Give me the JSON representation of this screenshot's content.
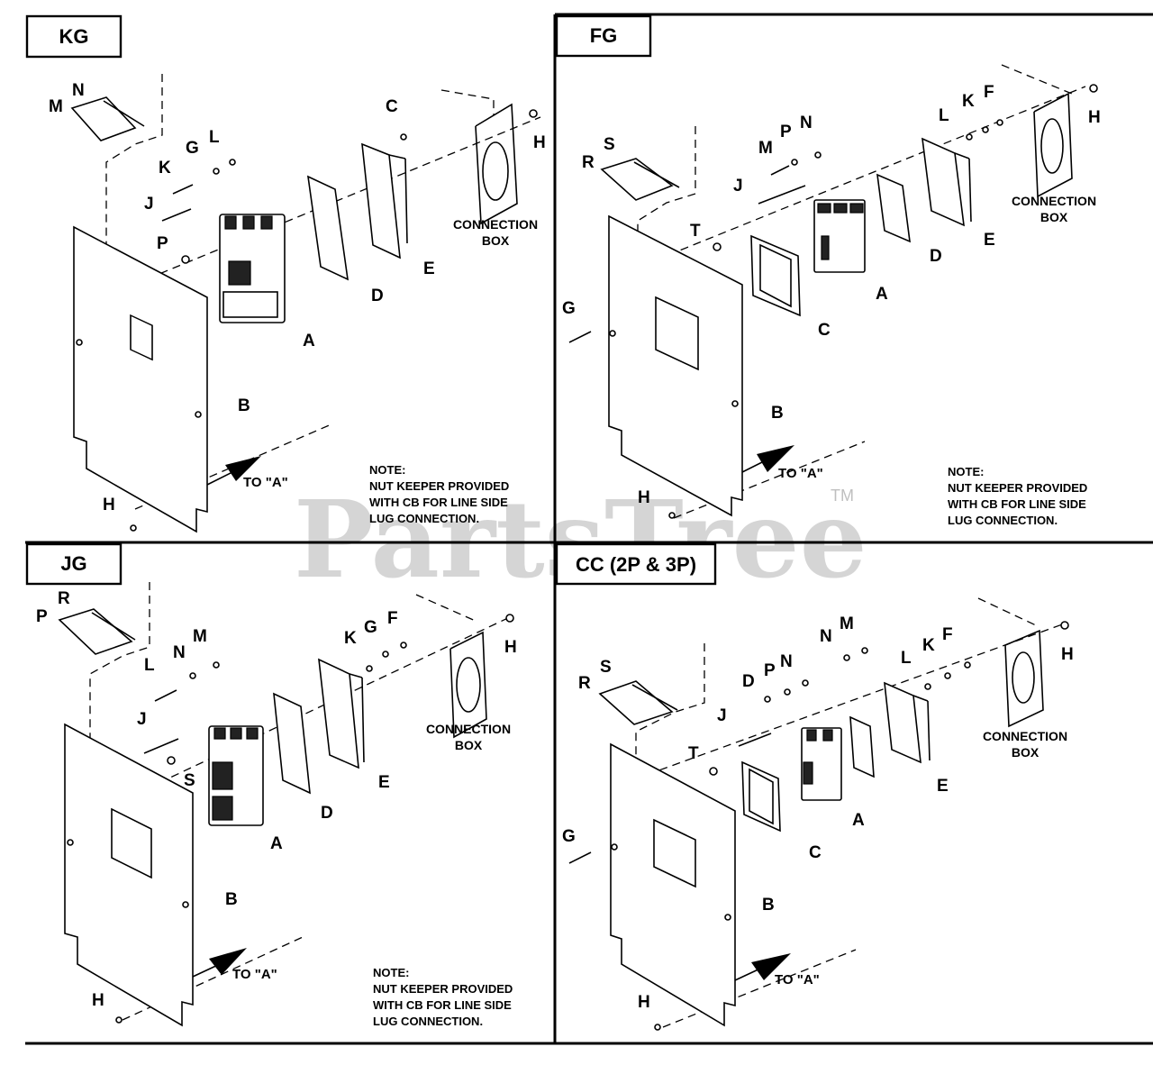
{
  "watermark": {
    "text": "PartsTree",
    "trademark": "TM"
  },
  "sections": [
    {
      "title": "KG",
      "callouts": [
        "M",
        "N",
        "G",
        "L",
        "K",
        "J",
        "P",
        "A",
        "B",
        "C",
        "D",
        "E",
        "H",
        "H"
      ],
      "connection_box": [
        "CONNECTION",
        "BOX"
      ],
      "to_a": "TO \"A\"",
      "note": [
        "NOTE:",
        "NUT KEEPER PROVIDED",
        "WITH CB FOR LINE SIDE",
        "LUG CONNECTION."
      ]
    },
    {
      "title": "FG",
      "callouts": [
        "R",
        "S",
        "M",
        "P",
        "N",
        "J",
        "T",
        "G",
        "A",
        "B",
        "C",
        "D",
        "E",
        "L",
        "K",
        "F",
        "H",
        "H"
      ],
      "connection_box": [
        "CONNECTION",
        "BOX"
      ],
      "to_a": "TO \"A\"",
      "note": [
        "NOTE:",
        "NUT KEEPER PROVIDED",
        "WITH CB FOR LINE SIDE",
        "LUG CONNECTION."
      ]
    },
    {
      "title": "JG",
      "callouts": [
        "P",
        "R",
        "L",
        "N",
        "M",
        "J",
        "S",
        "A",
        "B",
        "D",
        "E",
        "K",
        "G",
        "F",
        "H",
        "H"
      ],
      "connection_box": [
        "CONNECTION",
        "BOX"
      ],
      "to_a": "TO \"A\"",
      "note": [
        "NOTE:",
        "NUT KEEPER PROVIDED",
        "WITH CB FOR LINE SIDE",
        "LUG CONNECTION."
      ]
    },
    {
      "title": "CC (2P & 3P)",
      "callouts": [
        "S",
        "R",
        "D",
        "P",
        "N",
        "M",
        "J",
        "T",
        "G",
        "A",
        "B",
        "C",
        "E",
        "L",
        "K",
        "F",
        "H",
        "H"
      ],
      "connection_box": [
        "CONNECTION",
        "BOX"
      ],
      "to_a": "TO \"A\"",
      "note": []
    }
  ]
}
